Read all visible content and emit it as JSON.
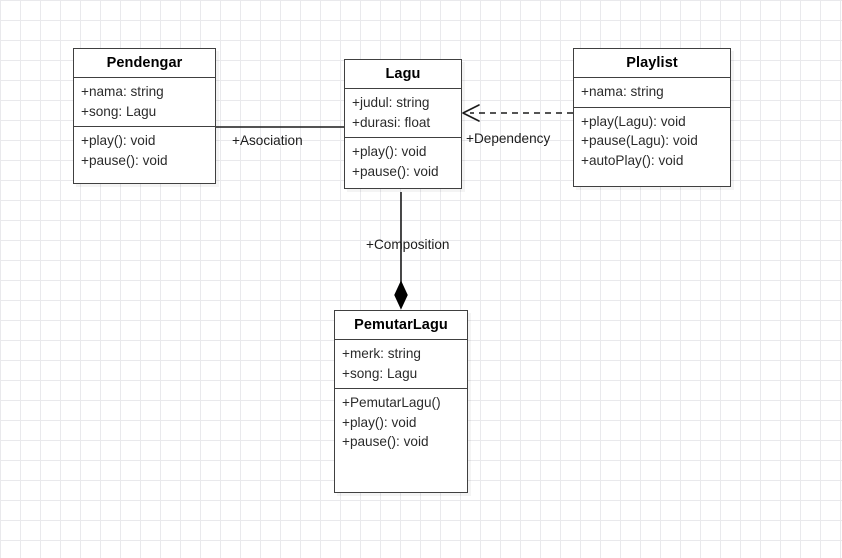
{
  "diagram": {
    "type": "uml-class-diagram",
    "background": "#ffffff",
    "grid_color": "#e9e9ec",
    "line_color": "#1c1c1c",
    "border_color": "#404040",
    "classes": [
      {
        "id": "pendengar",
        "name": "Pendengar",
        "attributes": [
          "+nama: string",
          "+song: Lagu"
        ],
        "operations": [
          "+play(): void",
          "+pause(): void"
        ]
      },
      {
        "id": "lagu",
        "name": "Lagu",
        "attributes": [
          "+judul: string",
          "+durasi: float"
        ],
        "operations": [
          "+play(): void",
          "+pause(): void"
        ]
      },
      {
        "id": "playlist",
        "name": "Playlist",
        "attributes": [
          "+nama: string"
        ],
        "operations": [
          "+play(Lagu): void",
          "+pause(Lagu): void",
          "+autoPlay(): void"
        ]
      },
      {
        "id": "pemutarlagu",
        "name": "PemutarLagu",
        "attributes": [
          "+merk: string",
          "+song: Lagu"
        ],
        "operations": [
          "+PemutarLagu()",
          "+play(): void",
          "+pause(): void"
        ]
      }
    ],
    "relationships": [
      {
        "id": "asociation",
        "label": "+Asociation",
        "kind": "association",
        "from": "Pendengar",
        "to": "Lagu",
        "line": "solid",
        "arrow": "none"
      },
      {
        "id": "dependency",
        "label": "+Dependency",
        "kind": "dependency",
        "from": "Playlist",
        "to": "Lagu",
        "line": "dashed",
        "arrow": "open"
      },
      {
        "id": "composition",
        "label": "+Composition",
        "kind": "composition",
        "from": "Lagu",
        "to": "PemutarLagu",
        "line": "solid",
        "arrow": "filled-diamond"
      }
    ]
  }
}
